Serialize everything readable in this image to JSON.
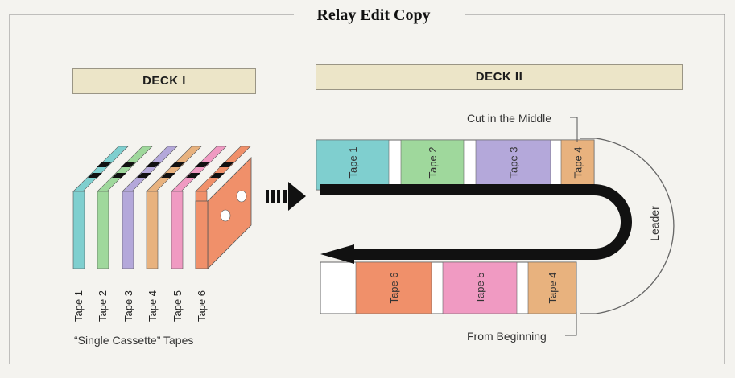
{
  "title": "Relay Edit Copy",
  "deck1": {
    "label": "DECK I",
    "tapes": [
      "Tape 1",
      "Tape 2",
      "Tape 3",
      "Tape 4",
      "Tape 5",
      "Tape 6"
    ],
    "caption": "“Single Cassette” Tapes"
  },
  "deck2": {
    "label": "DECK II",
    "top_row": [
      "Tape 1",
      "Tape 2",
      "Tape 3",
      "Tape 4"
    ],
    "bottom_row": [
      "Tape 6",
      "Tape 5",
      "Tape 4"
    ],
    "cut_label": "Cut in the Middle",
    "from_label": "From Beginning",
    "leader_label": "Leader"
  },
  "colors": {
    "tape1": "#7fcfcf",
    "tape2": "#9fd89c",
    "tape3": "#b4a8da",
    "tape4": "#e8b27e",
    "tape5": "#f09ac2",
    "tape6": "#f0906a",
    "banner": "#ece5c8",
    "arrow": "#111111"
  }
}
